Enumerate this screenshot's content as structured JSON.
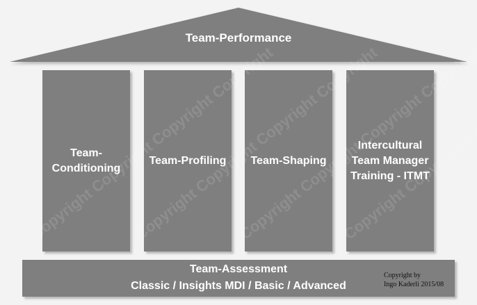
{
  "roof": {
    "title": "Team-Performance"
  },
  "pillars": [
    {
      "label": "Team-Conditioning"
    },
    {
      "label": "Team-Profiling"
    },
    {
      "label": "Team-Shaping"
    },
    {
      "label": "Intercultural Team Manager Training - ITMT"
    }
  ],
  "base": {
    "title": "Team-Assessment",
    "subtitle": "Classic / Insights MDI / Basic / Advanced"
  },
  "copyright": {
    "line1": "Copyright by",
    "line2": "Ingo Kaderli 2015/08"
  },
  "watermark": {
    "text": "Copyright Copyright Copyright Copyright"
  },
  "colors": {
    "background": "#f3f3f3",
    "fill": "#7f7f7f",
    "text": "#ffffff"
  }
}
